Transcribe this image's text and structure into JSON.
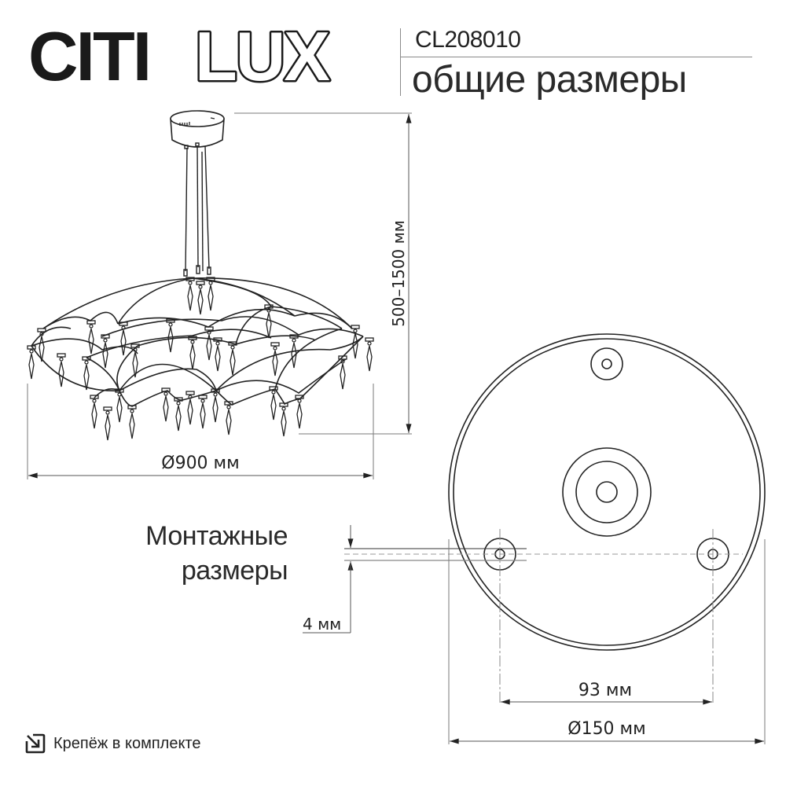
{
  "brand": {
    "logo_solid": "CITI",
    "logo_outline": "LUX"
  },
  "header": {
    "model": "CL208010",
    "subtitle": "общие размеры"
  },
  "dimensions": {
    "height_label": "500–1500 мм",
    "diameter_label": "Ø900 мм",
    "mount_gap_label": "4 мм",
    "hole_spacing_label": "93 мм",
    "canopy_diameter_label": "Ø150 мм"
  },
  "mounting": {
    "title_line1": "Монтажные",
    "title_line2": "размеры"
  },
  "footer": {
    "icon": "arrow-down-right-box-icon",
    "text": "Крепёж в комплекте"
  },
  "colors": {
    "ink": "#1a1a1a",
    "dim_line": "#7a7a7a",
    "background": "#ffffff"
  }
}
